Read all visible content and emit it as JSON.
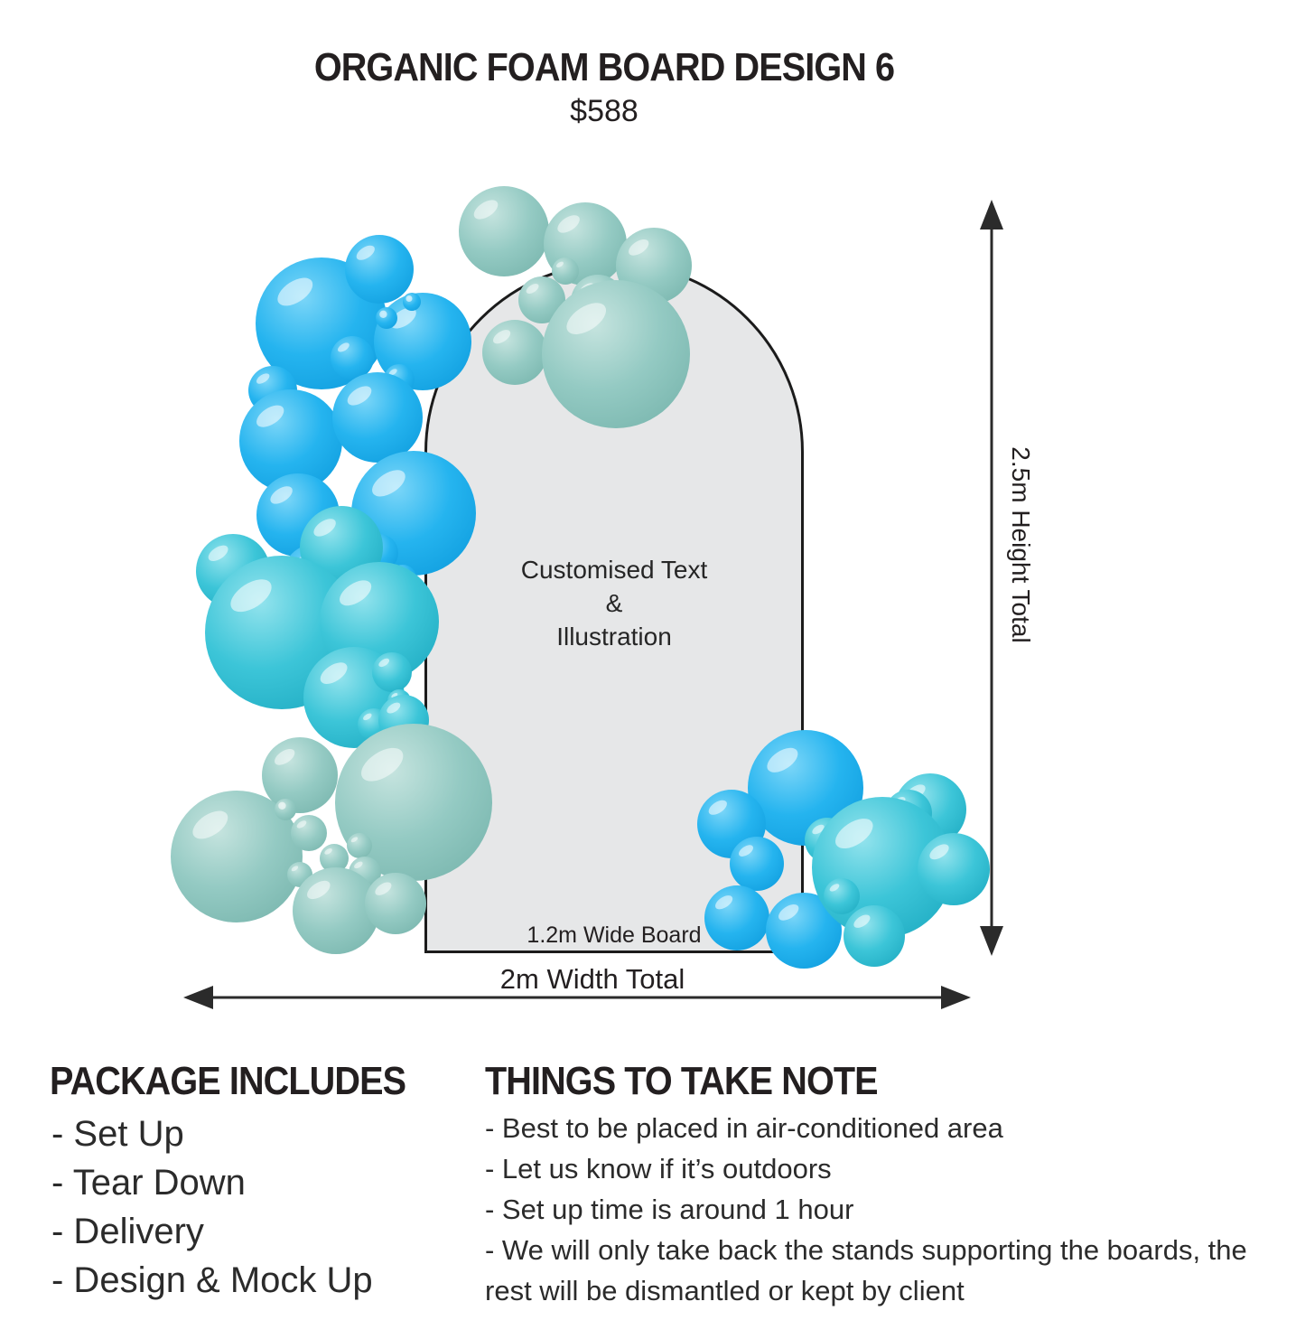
{
  "header": {
    "title": "ORGANIC FOAM BOARD DESIGN 6",
    "price": "$588"
  },
  "diagram": {
    "board_text_line1": "Customised Text",
    "board_text_line2": "&",
    "board_text_line3": "Illustration",
    "board_width_label": "1.2m Wide Board",
    "total_width_label": "2m Width Total",
    "total_height_label": "2.5m Height Total",
    "colors": {
      "board_fill": "#e6e7e8",
      "board_border": "#1b1b1b",
      "balloon_blue": "#25b4ef",
      "balloon_turquoise": "#3cc5d8",
      "balloon_seafoam": "#94cac3",
      "arrow": "#2b2b2b"
    }
  },
  "package": {
    "heading": "PACKAGE INCLUDES",
    "items": [
      "- Set Up",
      "- Tear Down",
      "- Delivery",
      "- Design & Mock Up"
    ]
  },
  "notes": {
    "heading": "THINGS TO TAKE NOTE",
    "items": [
      "- Best to be placed in air-conditioned area",
      "- Let us know if it’s outdoors",
      "- Set up time is around 1 hour",
      "- We will only take back the stands supporting the boards, the rest will be dismantled or kept by client"
    ]
  }
}
